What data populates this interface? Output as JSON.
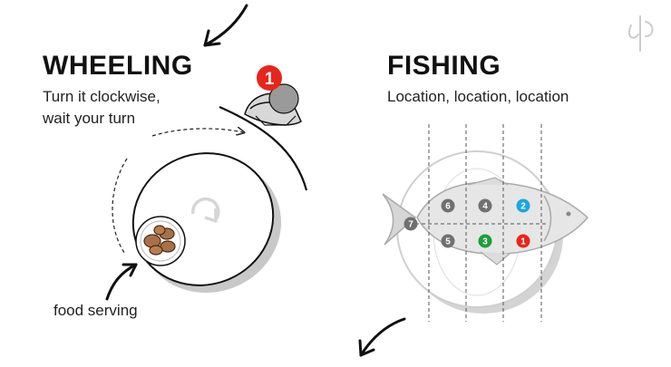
{
  "wheeling": {
    "title": "WHEELING",
    "subtitle_line1": "Turn it clockwise,",
    "subtitle_line2": "wait your turn",
    "food_label": "food serving",
    "diner_number": "1",
    "diner_color": "#e8251b"
  },
  "fishing": {
    "title": "FISHING",
    "subtitle": "Location, location, location",
    "seats": [
      {
        "label": "6",
        "color": "#707070"
      },
      {
        "label": "4",
        "color": "#707070"
      },
      {
        "label": "2",
        "color": "#1aa6e0"
      },
      {
        "label": "5",
        "color": "#707070"
      },
      {
        "label": "3",
        "color": "#1a9e3a"
      },
      {
        "label": "1",
        "color": "#e8251b"
      },
      {
        "label": "7",
        "color": "#707070"
      }
    ]
  },
  "icons": [
    "arrow-down-left-icon",
    "rotate-clockwise-icon",
    "person-icon",
    "fish-icon",
    "logo-icon"
  ]
}
